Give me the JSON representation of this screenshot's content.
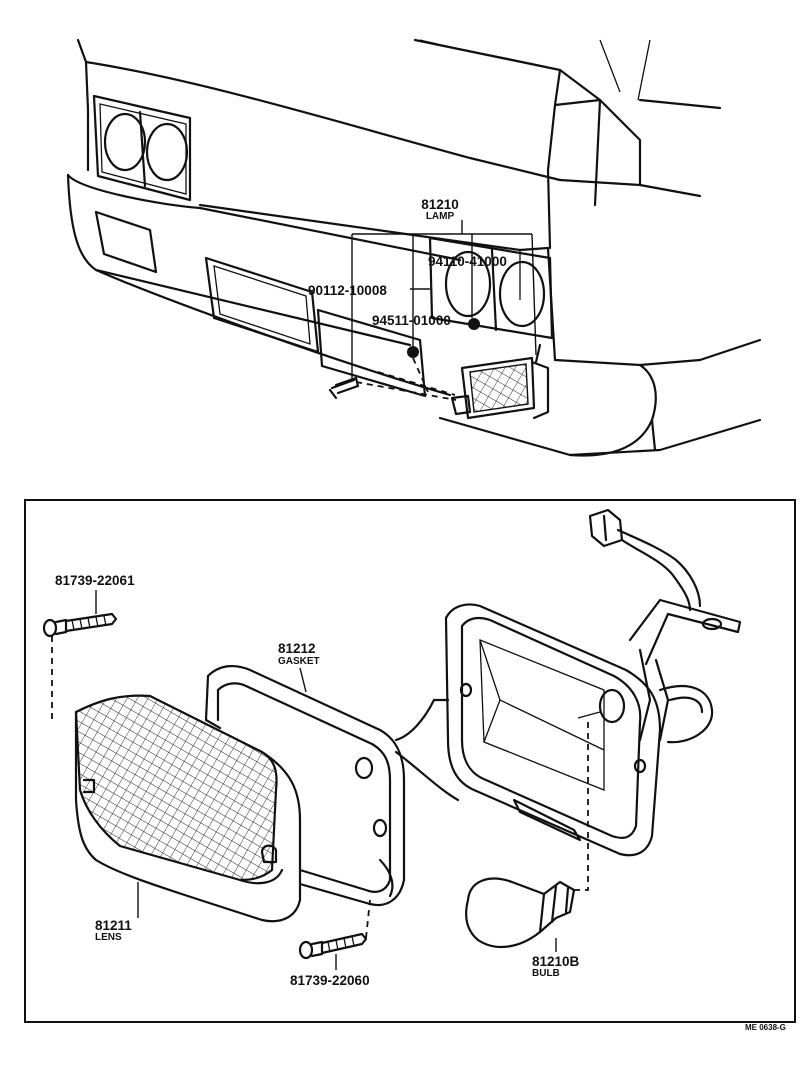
{
  "labels": {
    "lamp_part": "81210",
    "lamp_name": "LAMP",
    "bolt_part": "90112-10008",
    "nut_part": "94110-41000",
    "washer_part": "94511-01000",
    "screw_upper_part": "81739-22061",
    "gasket_part": "81212",
    "gasket_name": "GASKET",
    "lens_part": "81211",
    "lens_name": "LENS",
    "screw_lower_part": "81739-22060",
    "bulb_part": "81210B",
    "bulb_name": "BULB",
    "drawing_ref": "ME 0638-G"
  }
}
